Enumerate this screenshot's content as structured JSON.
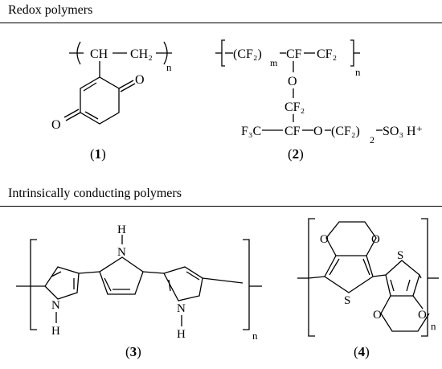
{
  "sections": {
    "redox_title": "Redox polymers",
    "conducting_title": "Intrinsically conducting polymers"
  },
  "compounds": {
    "c1": {
      "label_open": "(",
      "label_num": "1",
      "label_close": ")",
      "atoms": {
        "ch": "CH",
        "dash": "—",
        "ch2": "CH₂",
        "n": "n",
        "o_top": "O",
        "o_bottom": "O"
      }
    },
    "c2": {
      "label_open": "(",
      "label_num": "2",
      "label_close": ")",
      "atoms": {
        "cf2_a": "(CF₂)",
        "m": "m",
        "cf": "CF",
        "cf2_b": "CF₂",
        "n": "n",
        "o1": "O",
        "cf2_c": "CF₂",
        "f3c": "F₃C",
        "cf_b": "CF",
        "o2": "O",
        "cf2_d": "(CF₂)",
        "sub2": "2",
        "so3h": "SO₃ H⁺"
      }
    },
    "c3": {
      "label_open": "(",
      "label_num": "3",
      "label_close": ")",
      "atoms": {
        "n_center": "N",
        "h_center": "H",
        "n_left": "N",
        "h_left": "H",
        "n_right": "N",
        "h_right": "H",
        "n": "n"
      }
    },
    "c4": {
      "label_open": "(",
      "label_num": "4",
      "label_close": ")",
      "atoms": {
        "o_tl": "O",
        "o_tr": "O",
        "s_top": "S",
        "s_bot": "S",
        "o_bl": "O",
        "o_br": "O",
        "n": "n"
      }
    }
  }
}
